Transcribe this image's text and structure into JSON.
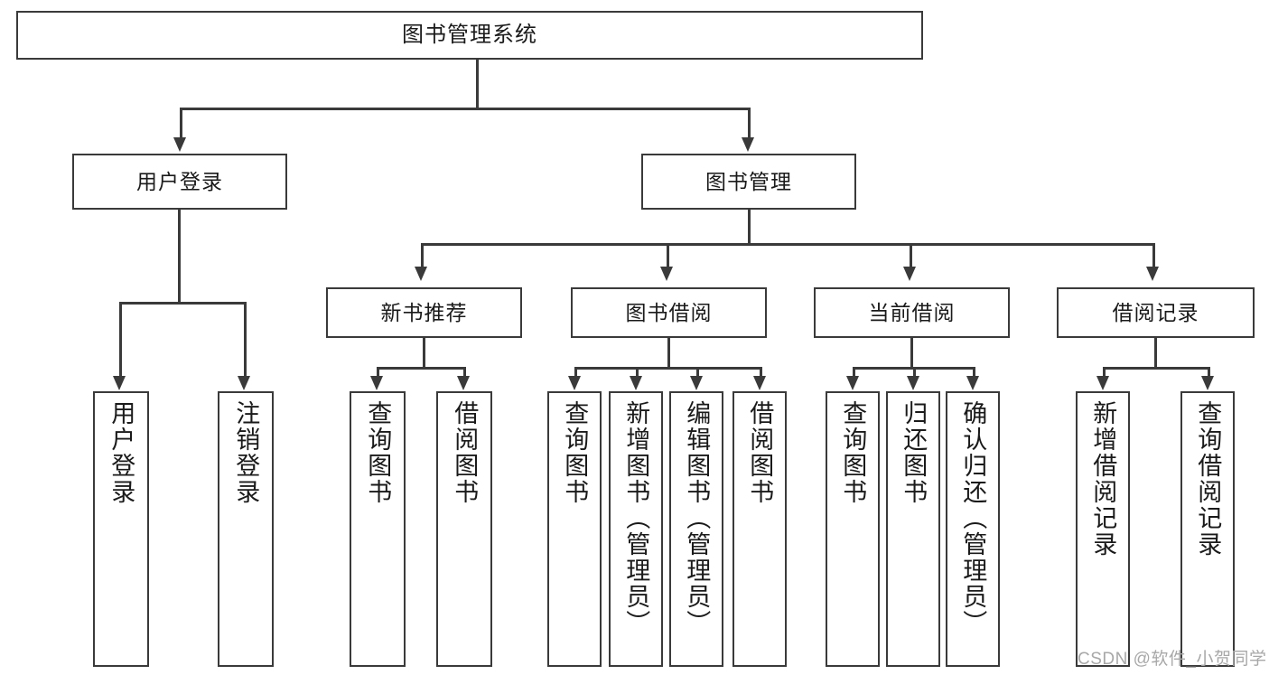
{
  "diagram": {
    "type": "tree",
    "title": "图书管理系统",
    "watermark": "CSDN @软件_小贺同学",
    "colors": {
      "box_border": "#3a3a3a",
      "box_fill": "#ffffff",
      "line": "#3a3a3a",
      "text": "#1a1a1a",
      "watermark": "#a8a8a8"
    },
    "root": {
      "label": "图书管理系统"
    },
    "level1": [
      {
        "label": "用户登录"
      },
      {
        "label": "图书管理"
      }
    ],
    "level2": [
      {
        "label": "新书推荐"
      },
      {
        "label": "图书借阅"
      },
      {
        "label": "当前借阅"
      },
      {
        "label": "借阅记录"
      }
    ],
    "leaves": [
      {
        "label": "用户登录",
        "parent": "用户登录"
      },
      {
        "label": "注销登录",
        "parent": "用户登录"
      },
      {
        "label": "查询图书",
        "parent": "新书推荐"
      },
      {
        "label": "借阅图书",
        "parent": "新书推荐"
      },
      {
        "label": "查询图书",
        "parent": "图书借阅"
      },
      {
        "label": "新增图书（管理员）",
        "parent": "图书借阅"
      },
      {
        "label": "编辑图书（管理员）",
        "parent": "图书借阅"
      },
      {
        "label": "借阅图书",
        "parent": "图书借阅"
      },
      {
        "label": "查询图书",
        "parent": "当前借阅"
      },
      {
        "label": "归还图书",
        "parent": "当前借阅"
      },
      {
        "label": "确认归还（管理员）",
        "parent": "当前借阅"
      },
      {
        "label": "新增借阅记录",
        "parent": "借阅记录"
      },
      {
        "label": "查询借阅记录",
        "parent": "借阅记录"
      }
    ]
  }
}
